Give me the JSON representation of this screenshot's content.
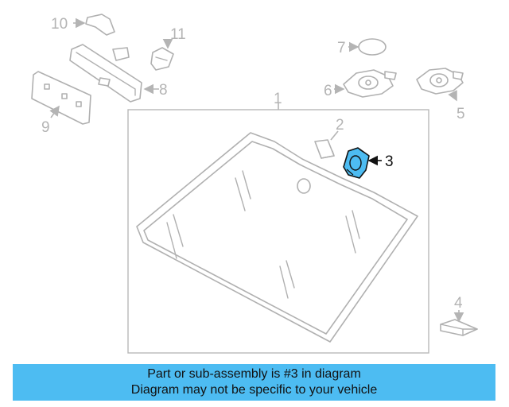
{
  "diagram": {
    "callouts": [
      "1",
      "2",
      "3",
      "4",
      "5",
      "6",
      "7",
      "8",
      "9",
      "10",
      "11"
    ],
    "highlighted_part": "3",
    "highlight_color": "#4dbcf2",
    "line_color": "#b0b0b0"
  },
  "banner": {
    "line1": "Part or sub-assembly is #3 in diagram",
    "line2": "Diagram may not be specific to your vehicle",
    "background": "#4dbcf2"
  }
}
